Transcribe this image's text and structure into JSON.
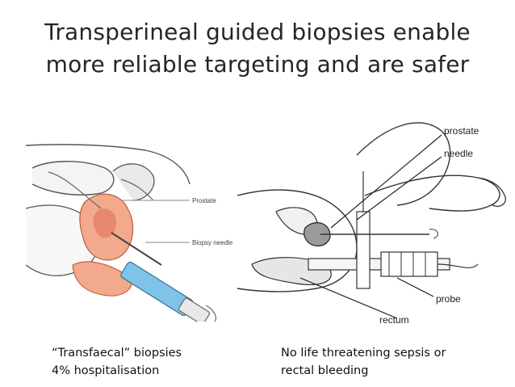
{
  "slide": {
    "title_line1": "Transperineal guided biopsies enable",
    "title_line2": "more reliable targeting and are safer"
  },
  "left_figure": {
    "label_prostate": "Prostate",
    "label_needle": "Biopsy needle"
  },
  "right_figure": {
    "label_prostate": "prostate",
    "label_needle": "needle",
    "label_probe": "probe",
    "label_rectum": "rectum"
  },
  "captions": {
    "left_line1": "“Transfaecal” biopsies",
    "left_line2": "4% hospitalisation",
    "right_line1": "No life threatening sepsis or",
    "right_line2": "rectal bleeding"
  },
  "colors": {
    "tissue": "#f2a98c",
    "tissue_dark": "#e07a5c",
    "probe_blue": "#7fc4e8",
    "line": "#333333"
  }
}
